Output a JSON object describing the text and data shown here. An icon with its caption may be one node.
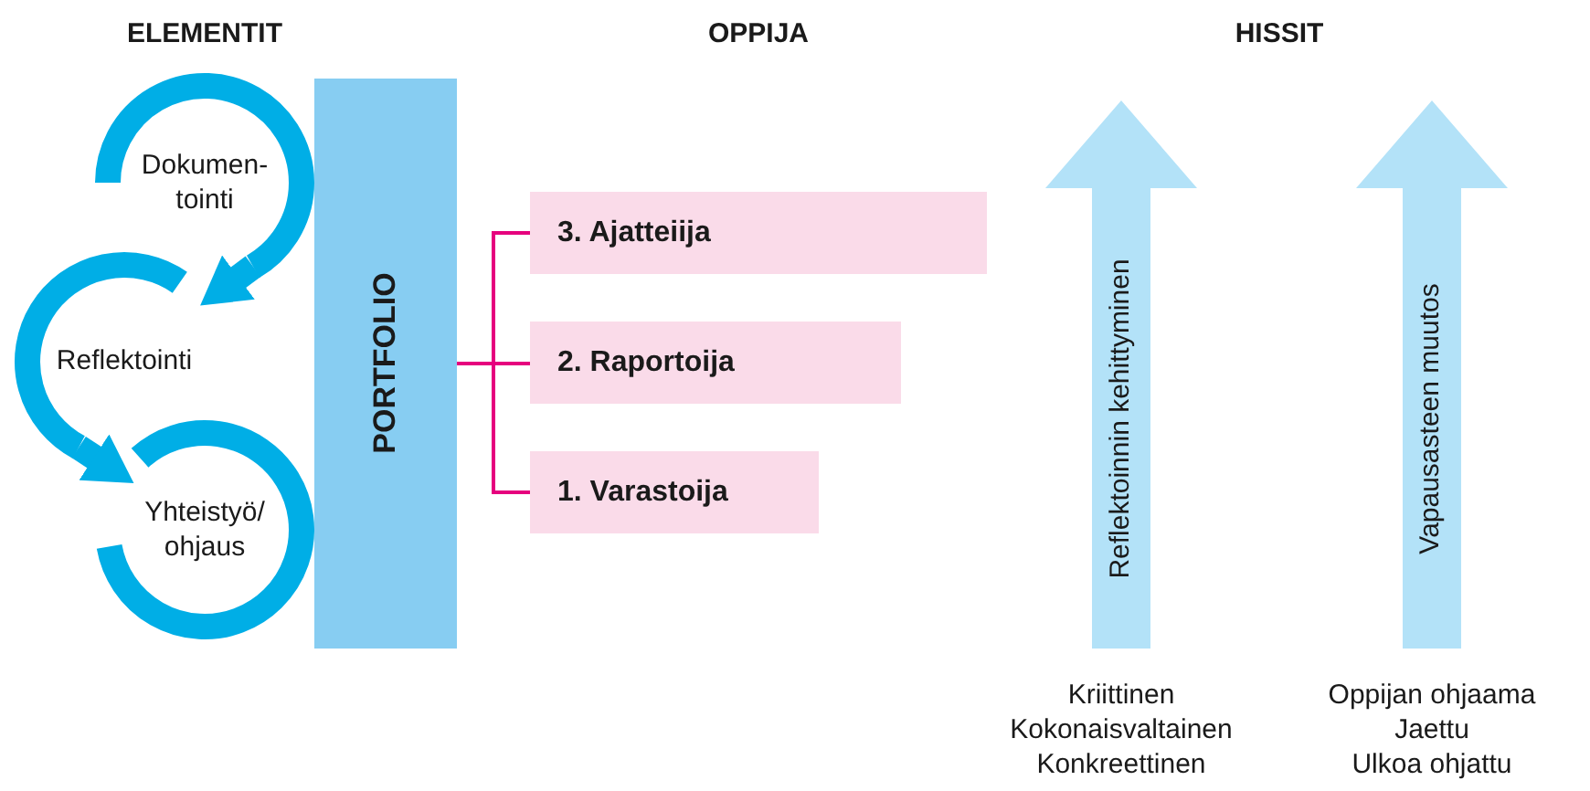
{
  "diagram": {
    "nodes": [
      {
        "text": [
          "Dokumen- tointi"
        ]
      },
      {
        "text": [
          "Reflektointi"
        ]
      },
      {
        "text": [
          "Yhteistyö/ ohjaus"
        ]
      },
      {
        "text": [
          "PORTFOLIO"
        ]
      },
      {
        "text": [
          "3. Ajatteiija"
        ]
      },
      {
        "text": [
          "2. Raportoija"
        ]
      },
      {
        "text": [
          "1. Varastoija"
        ]
      },
      {
        "text": [
          "Reflektoinnin kehittyminen"
        ],
        "beside": [
          "Kriittinen",
          "Kokonaisvaltainen",
          "Konkreettinen"
        ]
      },
      {
        "text": [
          "Vapausasteen muutos"
        ],
        "beside": [
          "Oppijan ohjaama",
          "Jaettu",
          "Ulkoa ohjattu"
        ]
      }
    ],
    "edges": [
      {
        "from": 0,
        "to": 1,
        "arrow": "to",
        "style": "thick",
        "color": "#00aee6"
      },
      {
        "from": 1,
        "to": 2,
        "arrow": "to",
        "style": "thick",
        "color": "#00aee6"
      },
      {
        "from": 3,
        "to": 4,
        "arrow": "none"
      },
      {
        "from": 3,
        "to": 5,
        "arrow": "none"
      },
      {
        "from": 3,
        "to": 6,
        "arrow": "none"
      }
    ],
    "labels": [
      "ELEMENTIT",
      "OPPIJA",
      "HISSIT"
    ]
  }
}
